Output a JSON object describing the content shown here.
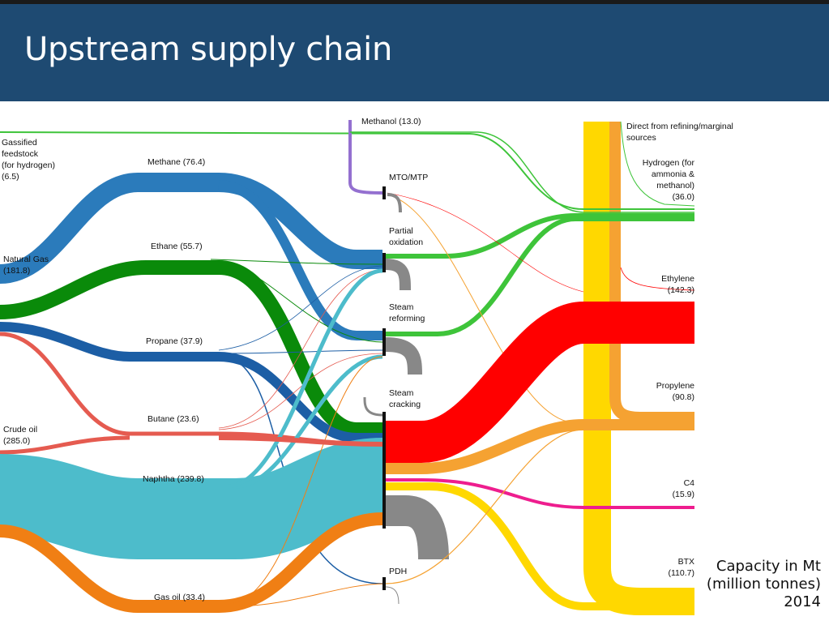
{
  "slide": {
    "title": "Upstream supply chain",
    "caption": "Capacity in Mt\n(million tonnes)\n2014"
  },
  "feedstocks": {
    "gassified": "Gassified\nfeedstock\n(for hydrogen)\n(6.5)",
    "natural_gas": "Natural Gas\n(181.8)",
    "crude_oil": "Crude oil\n(285.0)"
  },
  "intermediates": {
    "methane": "Methane (76.4)",
    "ethane": "Ethane (55.7)",
    "propane": "Propane (37.9)",
    "butane": "Butane (23.6)",
    "naphtha": "Naphtha (239.8)",
    "gas_oil": "Gas oil (33.4)",
    "methanol": "Methanol (13.0)"
  },
  "processes": {
    "mto": "MTO/MTP",
    "partial_oxidation": "Partial\noxidation",
    "steam_reforming": "Steam\nreforming",
    "steam_cracking": "Steam\ncracking",
    "pdh": "PDH"
  },
  "products": {
    "direct": "Direct from refining/marginal\nsources",
    "hydrogen": "Hydrogen (for\nammonia &\nmethanol)\n(36.0)",
    "ethylene": "Ethylene\n(142.3)",
    "propylene": "Propylene\n(90.8)",
    "c4": "C4\n(15.9)",
    "btx": "BTX\n(110.7)"
  },
  "colors": {
    "header": "#1e4a72",
    "methane": "#2b7bbb",
    "ethane": "#0a8a0a",
    "propane": "#1c5ea5",
    "butane": "#e55b50",
    "naphtha": "#4dbccb",
    "gas_oil": "#f07f14",
    "methanol": "#9470d0",
    "hydrogen": "#3ec43a",
    "ethylene": "#ff0000",
    "propylene": "#f5a232",
    "c4": "#ee1d8e",
    "btx": "#ffd800",
    "loss": "#888888"
  }
}
